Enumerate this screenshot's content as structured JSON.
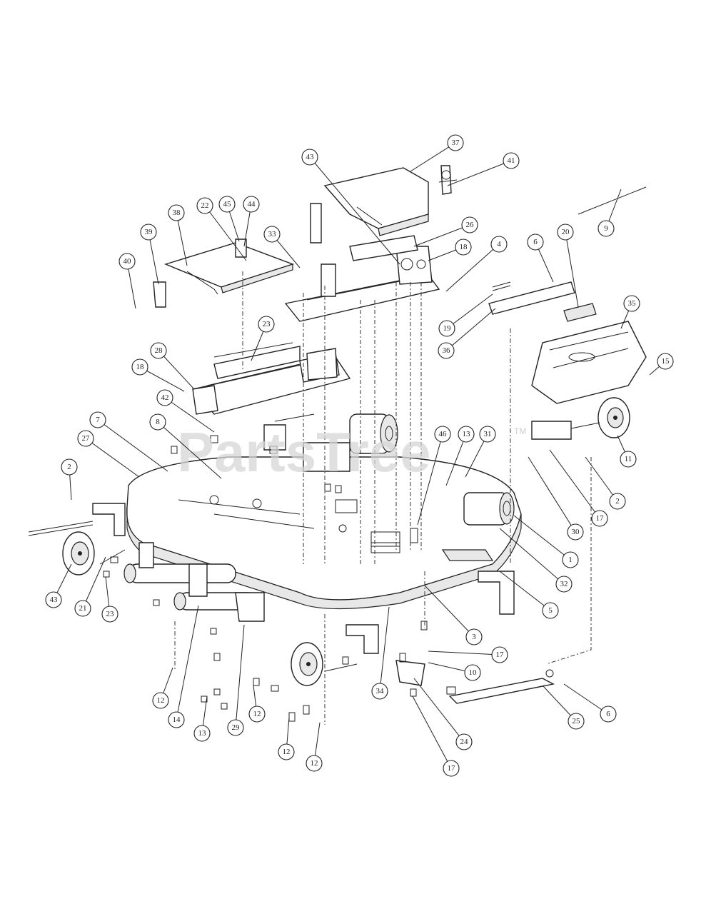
{
  "watermark": {
    "text": "PartsTree",
    "tm": "TM"
  },
  "callouts": [
    "37",
    "43",
    "41",
    "38",
    "22",
    "45",
    "44",
    "39",
    "40",
    "33",
    "26",
    "18",
    "4",
    "6",
    "20",
    "9",
    "23",
    "19",
    "36",
    "35",
    "28",
    "18",
    "15",
    "42",
    "7",
    "8",
    "27",
    "46",
    "13",
    "31",
    "11",
    "2",
    "2",
    "30",
    "17",
    "1",
    "32",
    "5",
    "43",
    "21",
    "23",
    "3",
    "17",
    "10",
    "34",
    "6",
    "25",
    "24",
    "17",
    "12",
    "14",
    "13",
    "29",
    "12",
    "12",
    "12"
  ]
}
